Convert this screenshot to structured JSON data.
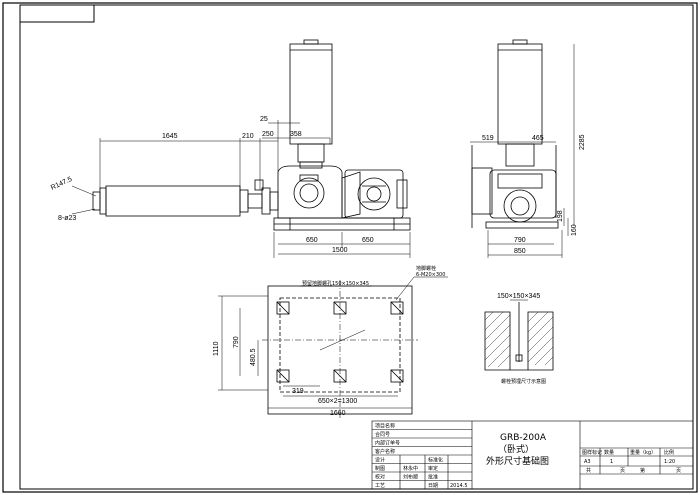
{
  "dims": {
    "d1645": "1645",
    "d210": "210",
    "d250": "250",
    "d25": "25",
    "d358": "358",
    "r1475": "R147.5",
    "holes8": "8-ø23",
    "d650a": "650",
    "d650b": "650",
    "d1500": "1500",
    "d519": "519",
    "d465": "465",
    "d2285": "2285",
    "d198": "198",
    "d160": "160",
    "d790": "790",
    "d850": "850",
    "anchor_bolt": "地脚螺栓",
    "anchor_spec": "6-M20×300",
    "pit_label": "预留地脚螺孔150×150×345",
    "d1110": "1110",
    "d790p": "790",
    "d4805": "480.5",
    "d319": "319",
    "d6502": "650×2=1300",
    "d1660": "1660",
    "detail_dim": "150×150×345",
    "detail_caption": "螺栓预埋尺寸示意图"
  },
  "title_block": {
    "left_rows": [
      [
        "项目名称",
        "",
        ""
      ],
      [
        "合同号",
        "",
        ""
      ],
      [
        "内部订单号",
        "",
        ""
      ],
      [
        "客户名称",
        "",
        ""
      ],
      [
        "设计",
        "",
        "标准化"
      ],
      [
        "制图",
        "林永中",
        "审定"
      ],
      [
        "校对",
        "刘布顺",
        "批准"
      ],
      [
        "工艺",
        "",
        "日期"
      ]
    ],
    "date": "2014.5",
    "model": "GRB-200A",
    "subtype": "（卧式）",
    "drawing_name": "外形尺寸基础图",
    "right_head": [
      "图样标记",
      "数量",
      "重量（kg）",
      "比例"
    ],
    "right_vals": [
      "A3",
      "1",
      "",
      "1:20"
    ],
    "sheet_row": [
      "共",
      "页",
      "第",
      "页"
    ]
  }
}
